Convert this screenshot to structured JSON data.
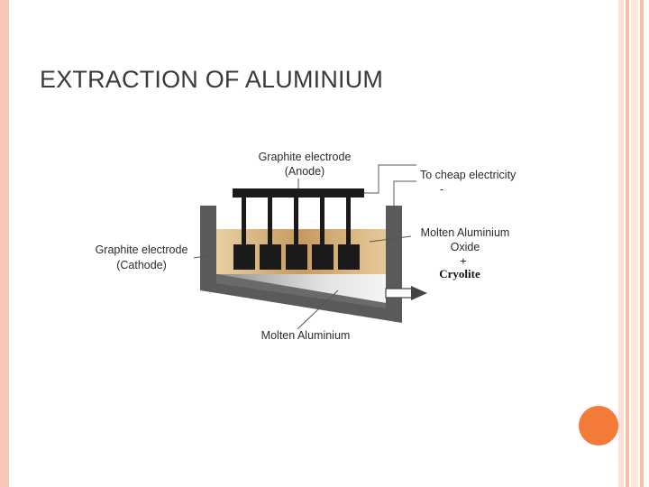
{
  "slide": {
    "title": "EXTRACTION OF ALUMINIUM"
  },
  "diagram": {
    "anode_label_line1": "Graphite electrode",
    "anode_label_line2": "(Anode)",
    "electricity_label": "To cheap electricity",
    "electricity_sign": "-",
    "oxide_label_line1": "Molten Aluminium",
    "oxide_label_line2": "Oxide",
    "plus_sign": "+",
    "cryolite_label": "Cryolite",
    "cathode_label_line1": "Graphite electrode",
    "cathode_label_line2": "(Cathode)",
    "molten_label": "Molten Aluminium"
  },
  "colors": {
    "accent_orange": "#f47b3a",
    "stripe_peach": "#f6c8b4",
    "cell_wall": "#555555",
    "electrolyte": "#d7b27f",
    "electrode": "#1a1a1a"
  }
}
